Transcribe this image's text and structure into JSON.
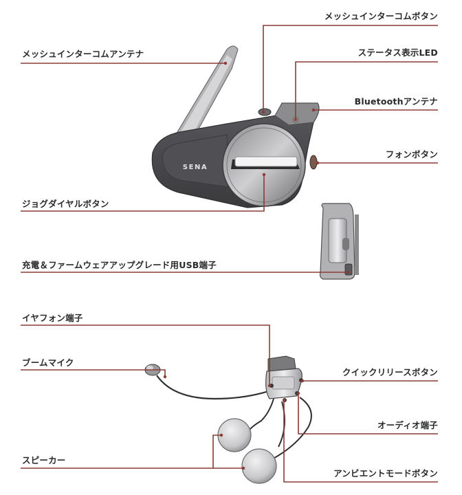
{
  "labels": {
    "mesh_button": "メッシュインターコムボタン",
    "mesh_antenna": "メッシュインターコムアンテナ",
    "status_led": "ステータス表示LED",
    "bt_antenna": "Bluetoothアンテナ",
    "phone_button": "フォンボタン",
    "jog_dial": "ジョグダイヤルボタン",
    "usb_port": "充電＆ファームウェアアップグレード用USB端子",
    "earphone_port": "イヤフォン端子",
    "boom_mic": "ブームマイク",
    "quick_release": "クイックリリースボタン",
    "audio_port": "オーディオ端子",
    "speaker": "スピーカー",
    "ambient_button": "アンビエントモードボタン"
  },
  "device": {
    "logo": "SENA"
  },
  "colors": {
    "leader_line": "#8b3a35",
    "body_dark": "#4a4a4d",
    "body_light": "#d8d8da"
  }
}
